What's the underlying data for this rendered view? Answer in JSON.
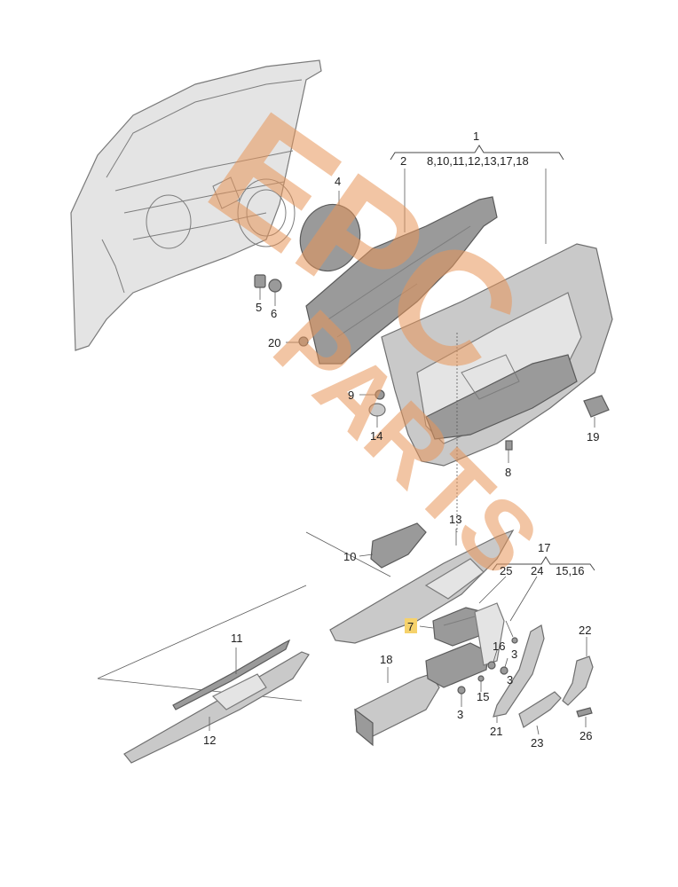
{
  "callouts": {
    "c1": "1",
    "c1_group_a": "2",
    "c1_group_b": "8,10,11,12,13,17,18",
    "c4": "4",
    "c5": "5",
    "c6": "6",
    "c20": "20",
    "c9": "9",
    "c14": "14",
    "c19": "19",
    "c8": "8",
    "c13": "13",
    "c10": "10",
    "c17": "17",
    "c17_group": "15,16",
    "c25": "25",
    "c24": "24",
    "c7": "7",
    "c16": "16",
    "c3a": "3",
    "c3b": "3",
    "c3c": "3",
    "c15": "15",
    "c22": "22",
    "c11": "11",
    "c18": "18",
    "c12": "12",
    "c21": "21",
    "c23": "23",
    "c26": "26"
  },
  "watermark": {
    "line1": "EPC",
    "line2": "PARTS"
  },
  "colors": {
    "part_fill": "#c9c9c9",
    "part_stroke": "#6e6e6e",
    "watermark": "#e8965a",
    "highlight": "#f6d26b"
  }
}
